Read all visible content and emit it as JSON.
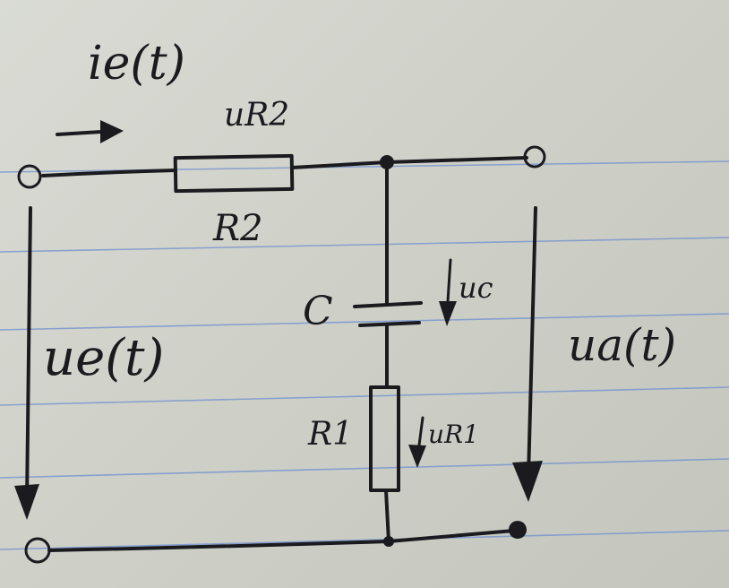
{
  "labels": {
    "input_current": "ie(t)",
    "voltage_r2": "uR2",
    "resistor_r2": "R2",
    "capacitor": "C",
    "voltage_c": "uc",
    "resistor_r1": "R1",
    "voltage_r1": "uR1",
    "input_voltage": "ue(t)",
    "output_voltage": "ua(t)"
  },
  "colors": {
    "ink": "#1b1b1f",
    "ruled_line": "#6f8fcf",
    "paper": "#d3d5cd"
  }
}
